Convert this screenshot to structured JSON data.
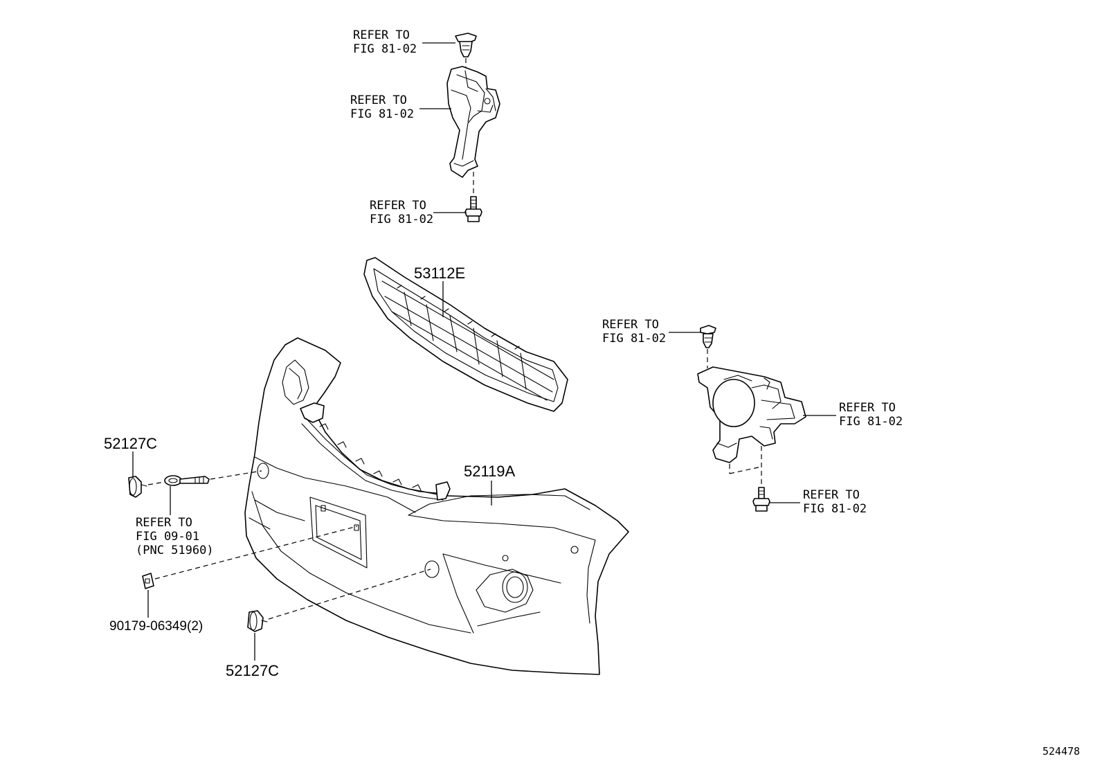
{
  "diagram": {
    "illustration_number": "524478",
    "callouts": {
      "top_clip": {
        "line1": "REFER TO",
        "line2": "FIG 81-02"
      },
      "top_bracket": {
        "line1": "REFER TO",
        "line2": "FIG 81-02"
      },
      "top_bolt": {
        "line1": "REFER TO",
        "line2": "FIG 81-02"
      },
      "grille": {
        "part_number": "53112E"
      },
      "right_clip": {
        "line1": "REFER TO",
        "line2": "FIG 81-02"
      },
      "fog_lamp": {
        "line1": "REFER TO",
        "line2": "FIG 81-02"
      },
      "right_bolt": {
        "line1": "REFER TO",
        "line2": "FIG 81-02"
      },
      "bumper_cover": {
        "part_number": "52119A"
      },
      "cap_upper": {
        "part_number": "52127C"
      },
      "tow_hook": {
        "line1": "REFER TO",
        "line2": "FIG 09-01",
        "line3": "(PNC 51960)"
      },
      "nut": {
        "part_number": "90179-06349(2)"
      },
      "cap_lower": {
        "part_number": "52127C"
      }
    }
  }
}
